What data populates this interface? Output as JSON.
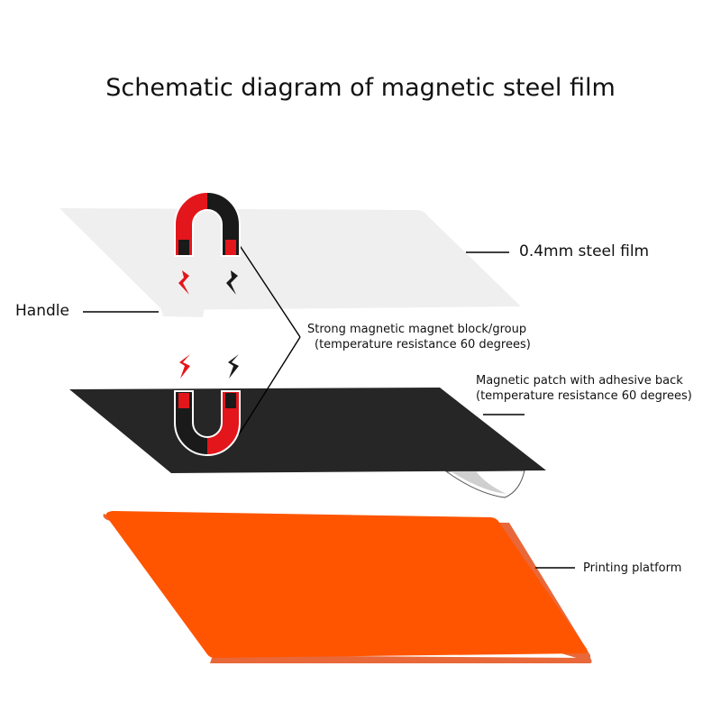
{
  "title": "Schematic diagram of magnetic steel film",
  "labels": {
    "steel_film": "0.4mm steel film",
    "handle": "Handle",
    "magnet_group": [
      "Strong magnetic magnet block/group",
      "(temperature resistance 60 degrees)"
    ],
    "magnetic_patch": [
      "Magnetic patch with adhesive back",
      "(temperature resistance 60 degrees)"
    ],
    "printing_platform": "Printing platform"
  },
  "colors": {
    "steel_film": "#efefef",
    "magnetic_patch": "#262626",
    "printing_platform": "#ff5500",
    "platform_edge": "#e8683a",
    "magnet_red": "#e3161b",
    "magnet_black": "#1a1a1a",
    "leader_line": "#000000"
  },
  "icons": [
    "horseshoe-magnet-icon",
    "spark-icon"
  ]
}
